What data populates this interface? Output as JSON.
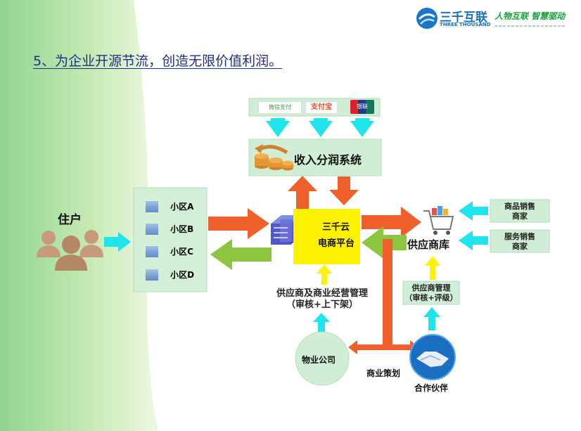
{
  "header": {
    "logo_cn": "三千互联",
    "logo_en": "THREE THOUSAND",
    "slogan_main": "人物互联  智慧驱动"
  },
  "title": "5、为企业开源节流，创造无限价值利润。",
  "payment_methods": [
    "微信支付",
    "支付宝",
    "银联"
  ],
  "revenue_system": "收入分润系统",
  "resident": "住户",
  "communities": [
    "小区A",
    "小区B",
    "小区C",
    "小区D"
  ],
  "platform": {
    "line1": "三千云",
    "line2": "电商平台"
  },
  "supplier_warehouse": "供应商库",
  "sales_boxes": [
    {
      "line1": "商品销售",
      "line2": "商家"
    },
    {
      "line1": "服务销售",
      "line2": "商家"
    }
  ],
  "supplier_mgmt": {
    "line1": "供应商管理",
    "line2": "（审核+评级）"
  },
  "business_mgmt": {
    "line1": "供应商及商业经营管理",
    "line2": "（审核+上下架）"
  },
  "property_company": "物业公司",
  "business_planning": "商业策划",
  "partner": "合作伙伴",
  "colors": {
    "orange": "#f0602a",
    "green_arrow": "#8cc63f",
    "cyan": "#1fe0e8",
    "yellow": "#fff200",
    "title": "#1f2f86"
  }
}
